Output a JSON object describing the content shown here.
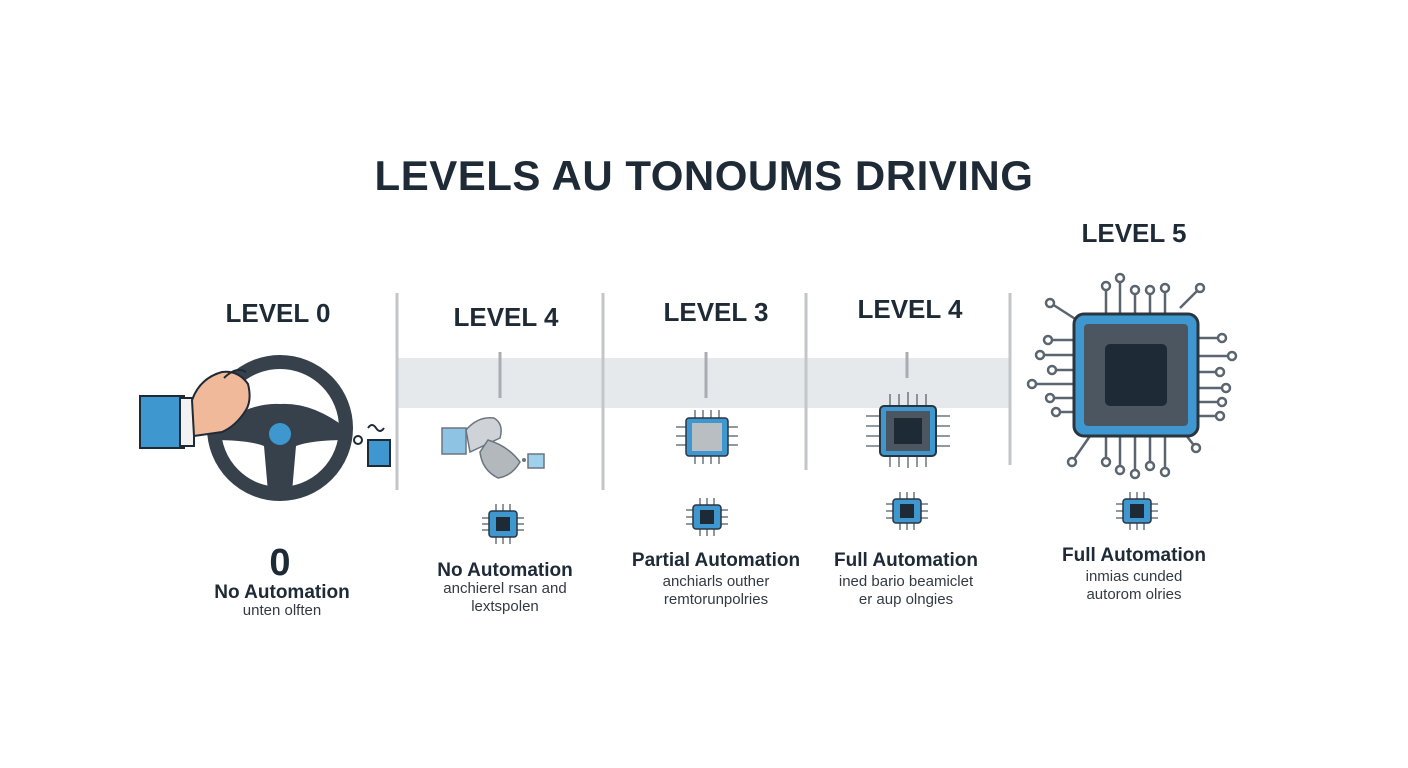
{
  "title": "LEVELS AU TONOUMS DRIVING",
  "levels": [
    {
      "label": "LEVEL 0",
      "number": "0",
      "name": "No Automation",
      "desc": [
        "unten olften"
      ]
    },
    {
      "label": "LEVEL 4",
      "name": "No Automation",
      "desc": [
        "anchierel rsan and",
        "lextspolen"
      ]
    },
    {
      "label": "LEVEL 3",
      "name": "Partial Automation",
      "desc": [
        "anchiarls outher",
        "remtorunpolries"
      ]
    },
    {
      "label": "LEVEL 4",
      "name": "Full Automation",
      "desc": [
        "ined bario beamiclet",
        "er aup olngies"
      ]
    },
    {
      "label": "LEVEL 5",
      "name": "Full Automation",
      "desc": [
        "inmias cunded",
        "autorom olries"
      ]
    }
  ],
  "icons": {
    "steering": "steering-wheel-icon",
    "hand": "hand-icon",
    "chip": "chip-icon"
  },
  "colors": {
    "accent_blue": "#3f97cf",
    "dark": "#2a3540",
    "band": "#e6e9ec"
  }
}
